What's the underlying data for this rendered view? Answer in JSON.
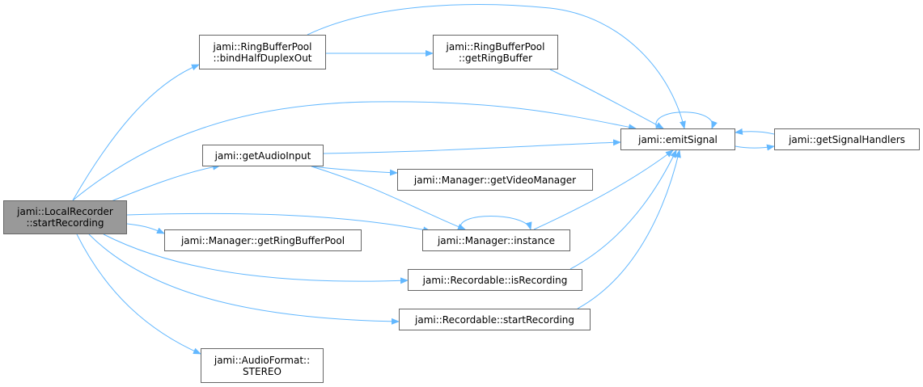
{
  "diagram": {
    "edge_color": "#63b8ff",
    "current_fill": "#999999",
    "nodes": {
      "start": {
        "lines": [
          "jami::LocalRecorder",
          "::startRecording"
        ]
      },
      "bind": {
        "lines": [
          "jami::RingBufferPool",
          "::bindHalfDuplexOut"
        ]
      },
      "getrb": {
        "lines": [
          "jami::RingBufferPool",
          "::getRingBuffer"
        ]
      },
      "getaudio": {
        "lines": [
          "jami::getAudioInput"
        ]
      },
      "videomgr": {
        "lines": [
          "jami::Manager::getVideoManager"
        ]
      },
      "rbpool": {
        "lines": [
          "jami::Manager::getRingBufferPool"
        ]
      },
      "instance": {
        "lines": [
          "jami::Manager::instance"
        ]
      },
      "isrec": {
        "lines": [
          "jami::Recordable::isRecording"
        ]
      },
      "startrec": {
        "lines": [
          "jami::Recordable::startRecording"
        ]
      },
      "stereo": {
        "lines": [
          "jami::AudioFormat::",
          "STEREO"
        ]
      },
      "emit": {
        "lines": [
          "jami::emitSignal"
        ]
      },
      "handlers": {
        "lines": [
          "jami::getSignalHandlers"
        ]
      }
    },
    "edges": [
      {
        "from": "start",
        "to": "bind"
      },
      {
        "from": "start",
        "to": "emit"
      },
      {
        "from": "start",
        "to": "getaudio"
      },
      {
        "from": "start",
        "to": "rbpool"
      },
      {
        "from": "start",
        "to": "instance"
      },
      {
        "from": "start",
        "to": "isrec"
      },
      {
        "from": "start",
        "to": "startrec"
      },
      {
        "from": "start",
        "to": "stereo"
      },
      {
        "from": "bind",
        "to": "getrb"
      },
      {
        "from": "bind",
        "to": "emit"
      },
      {
        "from": "getrb",
        "to": "emit"
      },
      {
        "from": "getaudio",
        "to": "emit"
      },
      {
        "from": "getaudio",
        "to": "videomgr"
      },
      {
        "from": "getaudio",
        "to": "instance"
      },
      {
        "from": "instance",
        "to": "instance"
      },
      {
        "from": "instance",
        "to": "emit"
      },
      {
        "from": "isrec",
        "to": "emit"
      },
      {
        "from": "startrec",
        "to": "emit"
      },
      {
        "from": "emit",
        "to": "emit"
      },
      {
        "from": "emit",
        "to": "handlers"
      },
      {
        "from": "handlers",
        "to": "emit"
      }
    ]
  }
}
